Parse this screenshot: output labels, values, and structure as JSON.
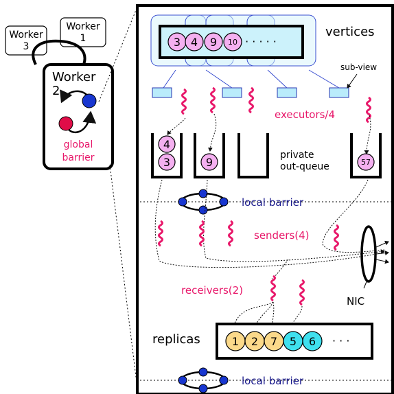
{
  "workers": {
    "w1_title": "Worker",
    "w1_num": "1",
    "w3_title": "Worker",
    "w3_num": "3",
    "w2_title": "Worker",
    "w2_num": "2",
    "global_barrier_line1": "global",
    "global_barrier_line2": "barrier"
  },
  "labels": {
    "vertices": "vertices",
    "sub_view": "sub-view",
    "executors": "executors/4",
    "private_line1": "private",
    "private_line2": "out-queue",
    "local_barrier_top": "local barrier",
    "senders": "senders(4)",
    "receivers": "receivers(2)",
    "nic": "NIC",
    "replicas": "replicas",
    "local_barrier_bottom": "local barrier",
    "vertex_dots": "· · · · ·",
    "replica_dots": "· · ·"
  },
  "vertices": [
    "3",
    "4",
    "9",
    "10"
  ],
  "queues": [
    [
      "4",
      "3"
    ],
    [
      "9"
    ],
    [],
    [
      "57"
    ]
  ],
  "replicas": [
    {
      "v": "1",
      "kind": "local"
    },
    {
      "v": "2",
      "kind": "local"
    },
    {
      "v": "7",
      "kind": "local"
    },
    {
      "v": "5",
      "kind": "remote"
    },
    {
      "v": "6",
      "kind": "remote"
    }
  ],
  "colors": {
    "magenta": "#e8186a",
    "navy": "#1a1a8c",
    "vertex_fill": "#f4b0f0",
    "cyan_panel": "#ccf2fb",
    "replica_local": "#fbd98a",
    "replica_remote": "#3fe0ee",
    "barrier_node": "#1836d0",
    "global_node_red": "#e00d48"
  }
}
